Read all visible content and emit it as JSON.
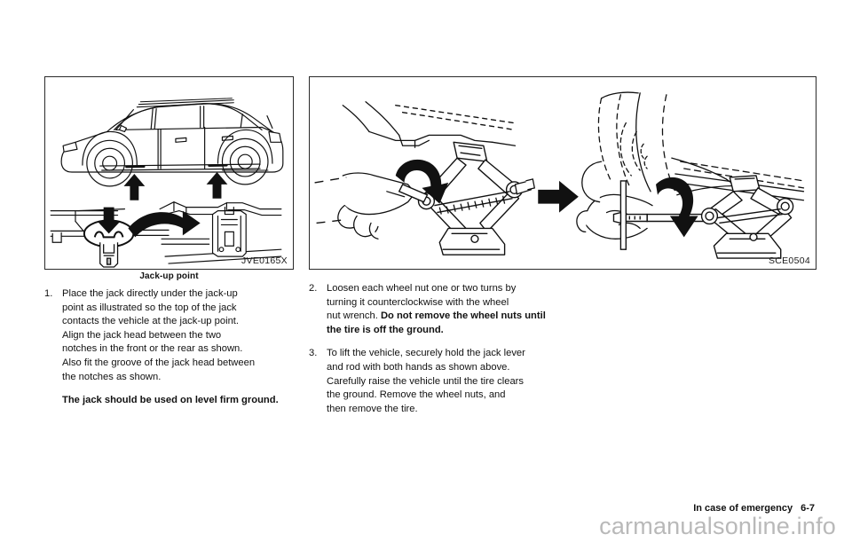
{
  "document": {
    "page_label": "6-7",
    "section_title": "In case of emergency",
    "watermark": "carmanualsonline.info"
  },
  "figures": [
    {
      "id": "figure-left",
      "code": "JVE0165X",
      "caption": "Jack-up point",
      "alt": "Side view of SUV with two arrows pointing up at jack-up points, plus close-up of jack head notches and jack positioned under the sill"
    },
    {
      "id": "figure-right",
      "code": "SCE0504",
      "caption": "",
      "alt": "Hand turning the scissor jack lever counterclockwise, and hand using the jack rod near the wheel to raise the vehicle"
    }
  ],
  "columns": {
    "left": {
      "steps": [
        {
          "number": "1.",
          "lines": [
            "Place the jack directly under the jack-up",
            "point as illustrated so the top of the jack",
            "contacts the vehicle at the jack-up point.",
            "Align the jack head between the two",
            "notches in the front or the rear as shown.",
            "Also fit the groove of the jack head between",
            "the notches as shown."
          ],
          "note": "The jack should be used on level firm ground."
        }
      ]
    },
    "right": {
      "steps": [
        {
          "number": "2.",
          "lead_lines": [
            "Loosen each wheel nut one or two turns by",
            "turning it counterclockwise with the wheel",
            "nut wrench."
          ],
          "bold_text": "Do not remove the wheel nuts until the tire is off the ground."
        },
        {
          "number": "3.",
          "lines": [
            "To lift the vehicle, securely hold the jack lever",
            "and rod with both hands as shown above.",
            "Carefully raise the vehicle until the tire clears",
            "the ground. Remove the wheel nuts, and",
            "then remove the tire."
          ]
        }
      ]
    }
  },
  "colors": {
    "text": "#111111",
    "border": "#2a2a2a",
    "watermark": "#b9b9b9",
    "page_background": "#ffffff"
  }
}
